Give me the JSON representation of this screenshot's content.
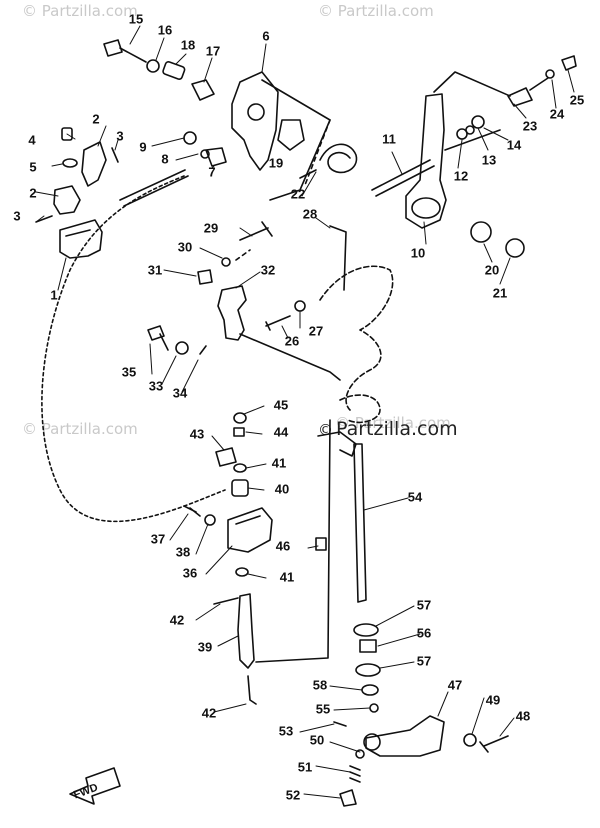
{
  "watermarks": [
    "© Partzilla.com",
    "© Partzilla.com",
    "© Partzilla.com",
    "© Partzilla.com"
  ],
  "brand": "Partzilla.com",
  "brand_mark": "©",
  "fwd_label": "FWD",
  "callouts": [
    "1",
    "2",
    "2",
    "3",
    "3",
    "4",
    "5",
    "6",
    "7",
    "8",
    "9",
    "10",
    "11",
    "12",
    "13",
    "14",
    "15",
    "16",
    "17",
    "18",
    "19",
    "20",
    "21",
    "22",
    "23",
    "24",
    "25",
    "26",
    "27",
    "28",
    "29",
    "30",
    "31",
    "32",
    "33",
    "34",
    "35",
    "36",
    "37",
    "38",
    "39",
    "40",
    "41",
    "41",
    "42",
    "42",
    "43",
    "44",
    "45",
    "46",
    "47",
    "48",
    "49",
    "50",
    "51",
    "52",
    "53",
    "54",
    "55",
    "56",
    "57",
    "57",
    "58"
  ]
}
